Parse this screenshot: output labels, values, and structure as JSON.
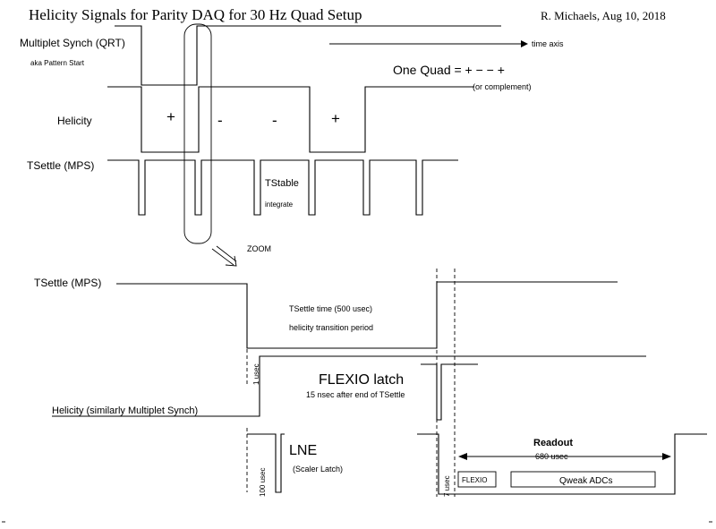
{
  "header": {
    "title": "Helicity  Signals for Parity DAQ for 30 Hz Quad Setup",
    "author": "R. Michaels, Aug 10, 2018"
  },
  "top_section": {
    "multiplet_label": "Multiplet Synch (QRT)",
    "multiplet_sub": "aka Pattern Start",
    "time_axis": "time axis",
    "one_quad": "One Quad = + − − +",
    "complement": "(or complement)",
    "helicity_label": "Helicity",
    "tsettle_label": "TSettle (MPS)",
    "signs": [
      "+",
      "-",
      "-",
      "+"
    ],
    "tstable": "TStable",
    "integrate": "integrate",
    "zoom": "ZOOM"
  },
  "bottom_section": {
    "tsettle_label": "TSettle (MPS)",
    "tsettle_time": "TSettle time (500 usec)",
    "transition": "helicity transition period",
    "one_usec": "1 usec",
    "flexio_latch": "FLEXIO latch",
    "flexio_sub": "15 nsec after end of TSettle",
    "helicity_label": "Helicity (similarly Multiplet Synch)",
    "lne": "LNE",
    "scaler_latch": "(Scaler Latch)",
    "hundred_usec": "100 usec",
    "seven_usec": "7 usec",
    "readout": "Readout",
    "readout_time": "680 usec",
    "flexio_box": "FLEXIO",
    "qweak_box": "Qweak ADCs"
  }
}
